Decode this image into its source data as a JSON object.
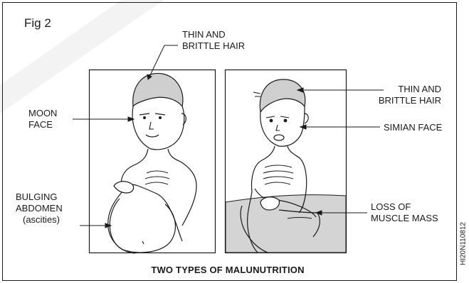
{
  "figure_label": "Fig 2",
  "caption": "TWO TYPES OF MALUNUTRITION",
  "code": "HI20N110812",
  "left_panel": {
    "hair_label": [
      "THIN AND",
      "BRITTLE HAIR"
    ],
    "face_label": [
      "MOON",
      "FACE"
    ],
    "abdomen_label": [
      "BULGING",
      "ABDOMEN",
      "(ascities)"
    ]
  },
  "right_panel": {
    "hair_label": [
      "THIN AND",
      "BRITTLE HAIR"
    ],
    "face_label": "SIMIAN FACE",
    "muscle_label": [
      "LOSS OF",
      "MUSCLE MASS"
    ]
  },
  "colors": {
    "line": "#1a1a1a",
    "hair_fill": "#cfcfcf",
    "ground_fill": "#d4d4d4",
    "watermark": "#f3f3f3"
  }
}
